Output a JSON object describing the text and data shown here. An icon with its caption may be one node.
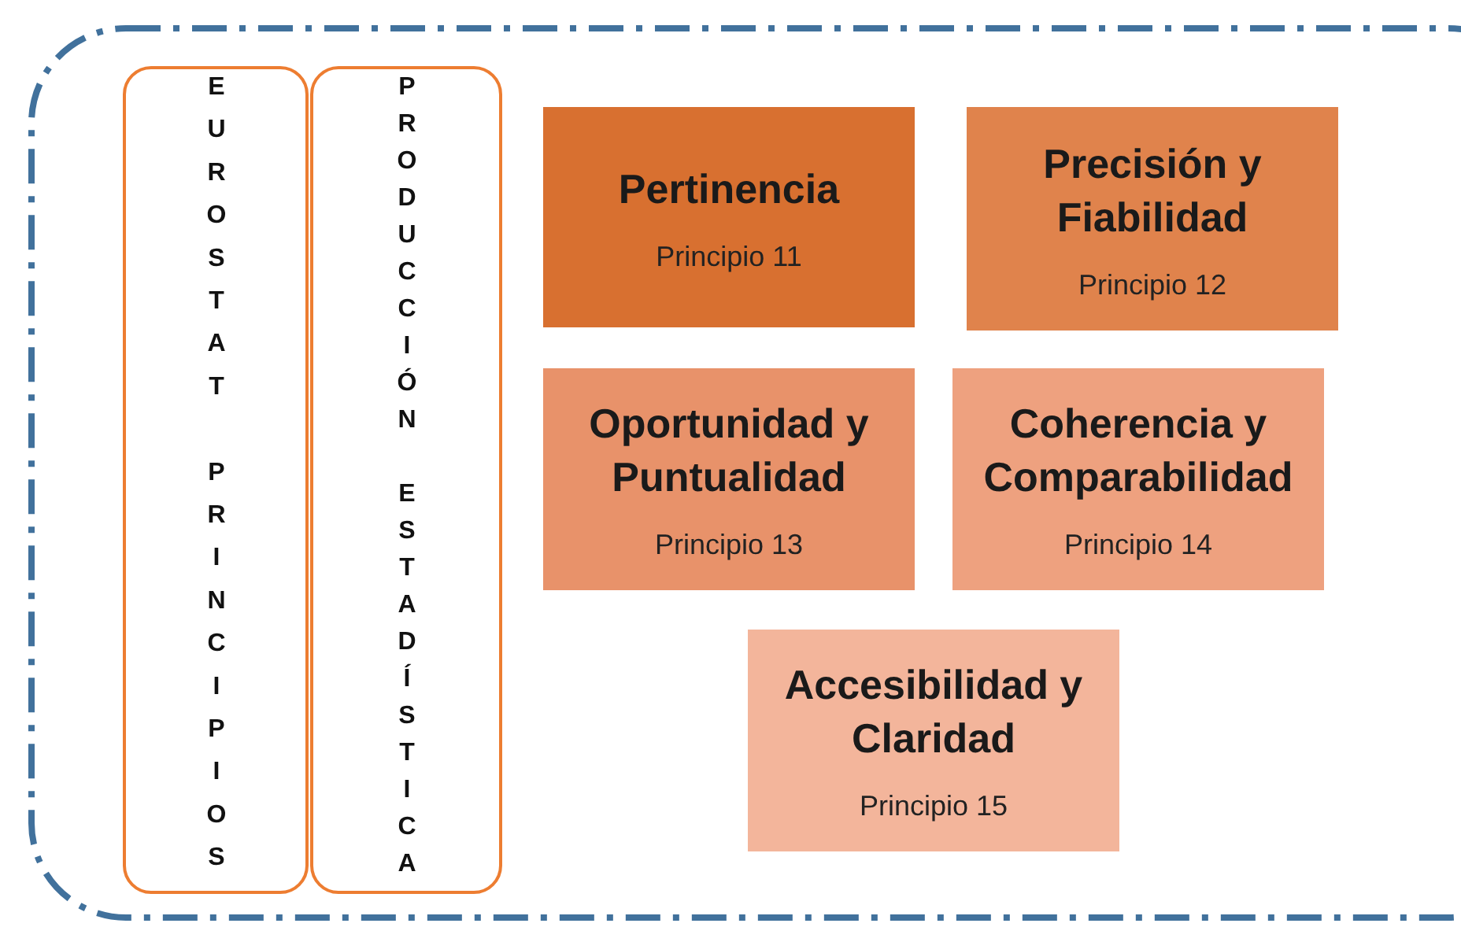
{
  "diagram": {
    "nodes": [
      {
        "text": [
          "EUROSTAT PRINCIPIOS"
        ]
      },
      {
        "text": [
          "PRODUCCIÓN ESTADÍSTICA"
        ]
      },
      {
        "text": [
          "Pertinencia",
          "Principio 11"
        ]
      },
      {
        "text": [
          "Precisión y Fiabilidad",
          "Principio 12"
        ]
      },
      {
        "text": [
          "Oportunidad y Puntualidad",
          "Principio 13"
        ]
      },
      {
        "text": [
          "Coherencia y Comparabilidad",
          "Principio 14"
        ]
      },
      {
        "text": [
          "Accesibilidad y Claridad",
          "Principio 15"
        ]
      }
    ],
    "edges": []
  }
}
